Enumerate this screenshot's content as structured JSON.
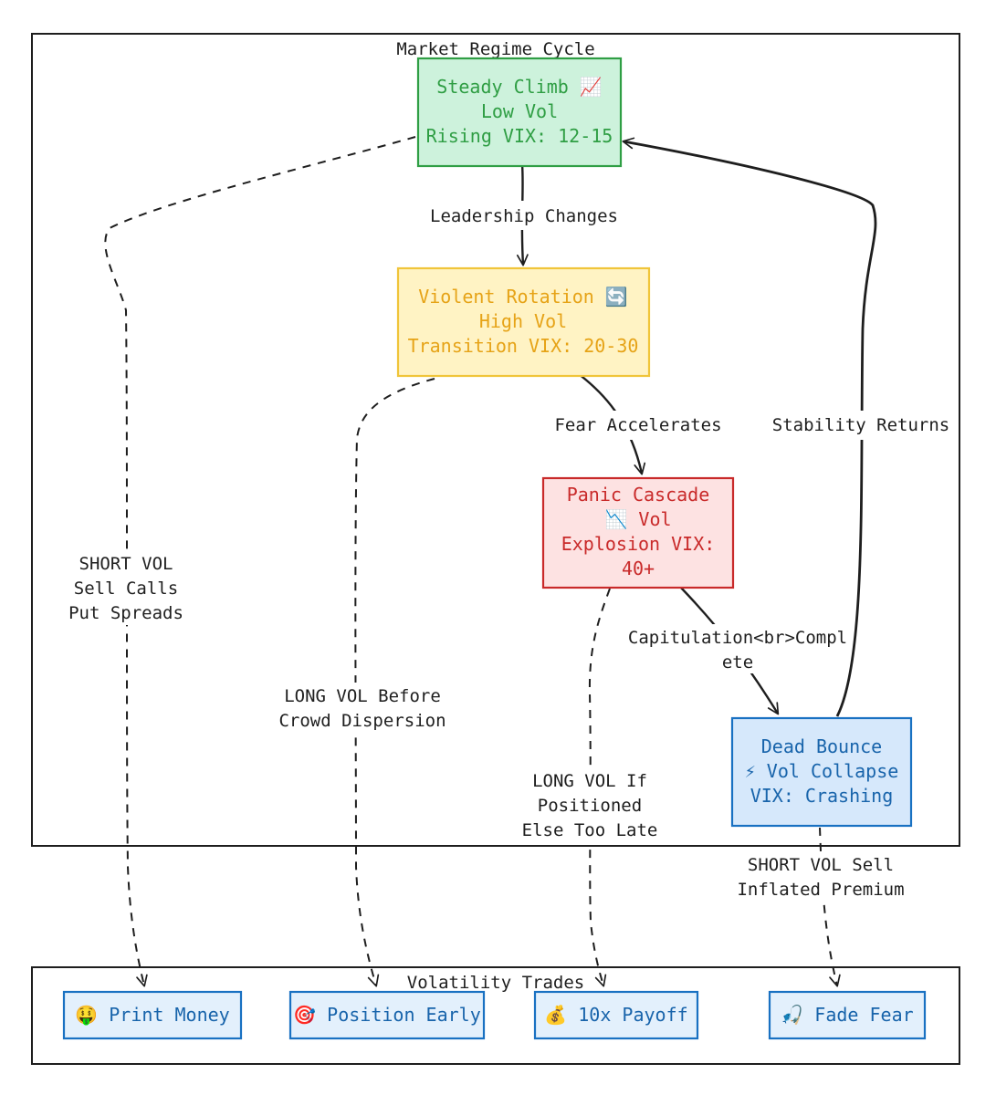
{
  "groups": {
    "regime": {
      "title": "Market Regime Cycle"
    },
    "trades": {
      "title": "Volatility Trades"
    }
  },
  "nodes": {
    "steady": {
      "lines": [
        "Steady Climb 📈",
        "Low Vol",
        "Rising VIX: 12-15"
      ],
      "fill": "#cdf2dc",
      "stroke": "#2f9e44",
      "text": "#2f9e44"
    },
    "rotation": {
      "lines": [
        "Violent Rotation 🔄",
        "High Vol",
        "Transition VIX: 20-30"
      ],
      "fill": "#fff3c4",
      "stroke": "#f0c53a",
      "text": "#e6a317"
    },
    "panic": {
      "lines": [
        "Panic Cascade",
        "📉 Vol",
        "Explosion VIX:",
        "40+"
      ],
      "fill": "#fde2e2",
      "stroke": "#c92a2a",
      "text": "#c92a2a"
    },
    "bounce": {
      "lines": [
        "Dead Bounce",
        "⚡ Vol Collapse",
        "VIX: Crashing"
      ],
      "fill": "#d6e8fb",
      "stroke": "#1971c2",
      "text": "#1864ab"
    },
    "print": {
      "lines": [
        "🤑 Print Money"
      ],
      "fill": "#e3f0fc",
      "stroke": "#1971c2",
      "text": "#1864ab"
    },
    "position": {
      "lines": [
        "🎯 Position Early"
      ],
      "fill": "#e3f0fc",
      "stroke": "#1971c2",
      "text": "#1864ab"
    },
    "payoff": {
      "lines": [
        "💰 10x Payoff"
      ],
      "fill": "#e3f0fc",
      "stroke": "#1971c2",
      "text": "#1864ab"
    },
    "fade": {
      "lines": [
        "🎣 Fade Fear"
      ],
      "fill": "#e3f0fc",
      "stroke": "#1971c2",
      "text": "#1864ab"
    }
  },
  "edges": {
    "leadership": {
      "lines": [
        "Leadership Changes"
      ]
    },
    "fear": {
      "lines": [
        "Fear Accelerates"
      ]
    },
    "capitulation": {
      "lines": [
        "Capitulation<br>Compl",
        "ete"
      ]
    },
    "stability": {
      "lines": [
        "Stability Returns"
      ]
    },
    "short_vol_calls": {
      "lines": [
        "SHORT VOL",
        "Sell Calls",
        "Put Spreads"
      ]
    },
    "long_vol_before": {
      "lines": [
        "LONG VOL Before",
        "Crowd Dispersion"
      ]
    },
    "long_vol_if": {
      "lines": [
        "LONG VOL If",
        "Positioned",
        "Else Too Late"
      ]
    },
    "short_vol_sell": {
      "lines": [
        "SHORT VOL Sell",
        "Inflated Premium"
      ]
    }
  }
}
